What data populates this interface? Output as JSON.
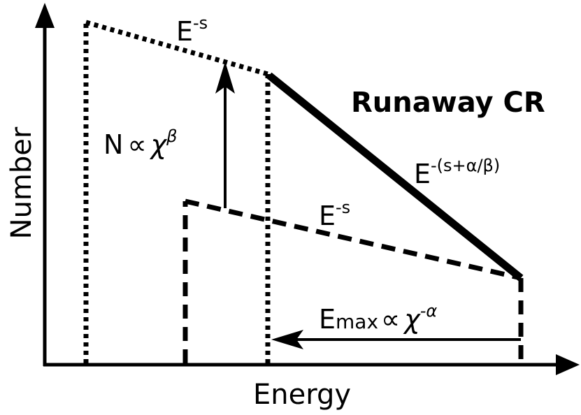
{
  "axes": {
    "y_label": "Number",
    "x_label": "Energy"
  },
  "labels": {
    "upper_spectrum": {
      "base": "E",
      "exp": "-s"
    },
    "lower_spectrum": {
      "base": "E",
      "exp": "-s"
    },
    "runaway_title": "Runaway CR",
    "runaway_slope": {
      "base": "E",
      "exp": "-(s+α/β)"
    },
    "number_relation": {
      "lhs": "N",
      "op": "∝",
      "var": "χ",
      "exp": "β"
    },
    "emax_relation": {
      "lhs": "E",
      "sub": "max",
      "op": "∝",
      "var": "χ",
      "exp": "-α"
    }
  },
  "colors": {
    "ink": "#000000",
    "background": "#ffffff"
  }
}
